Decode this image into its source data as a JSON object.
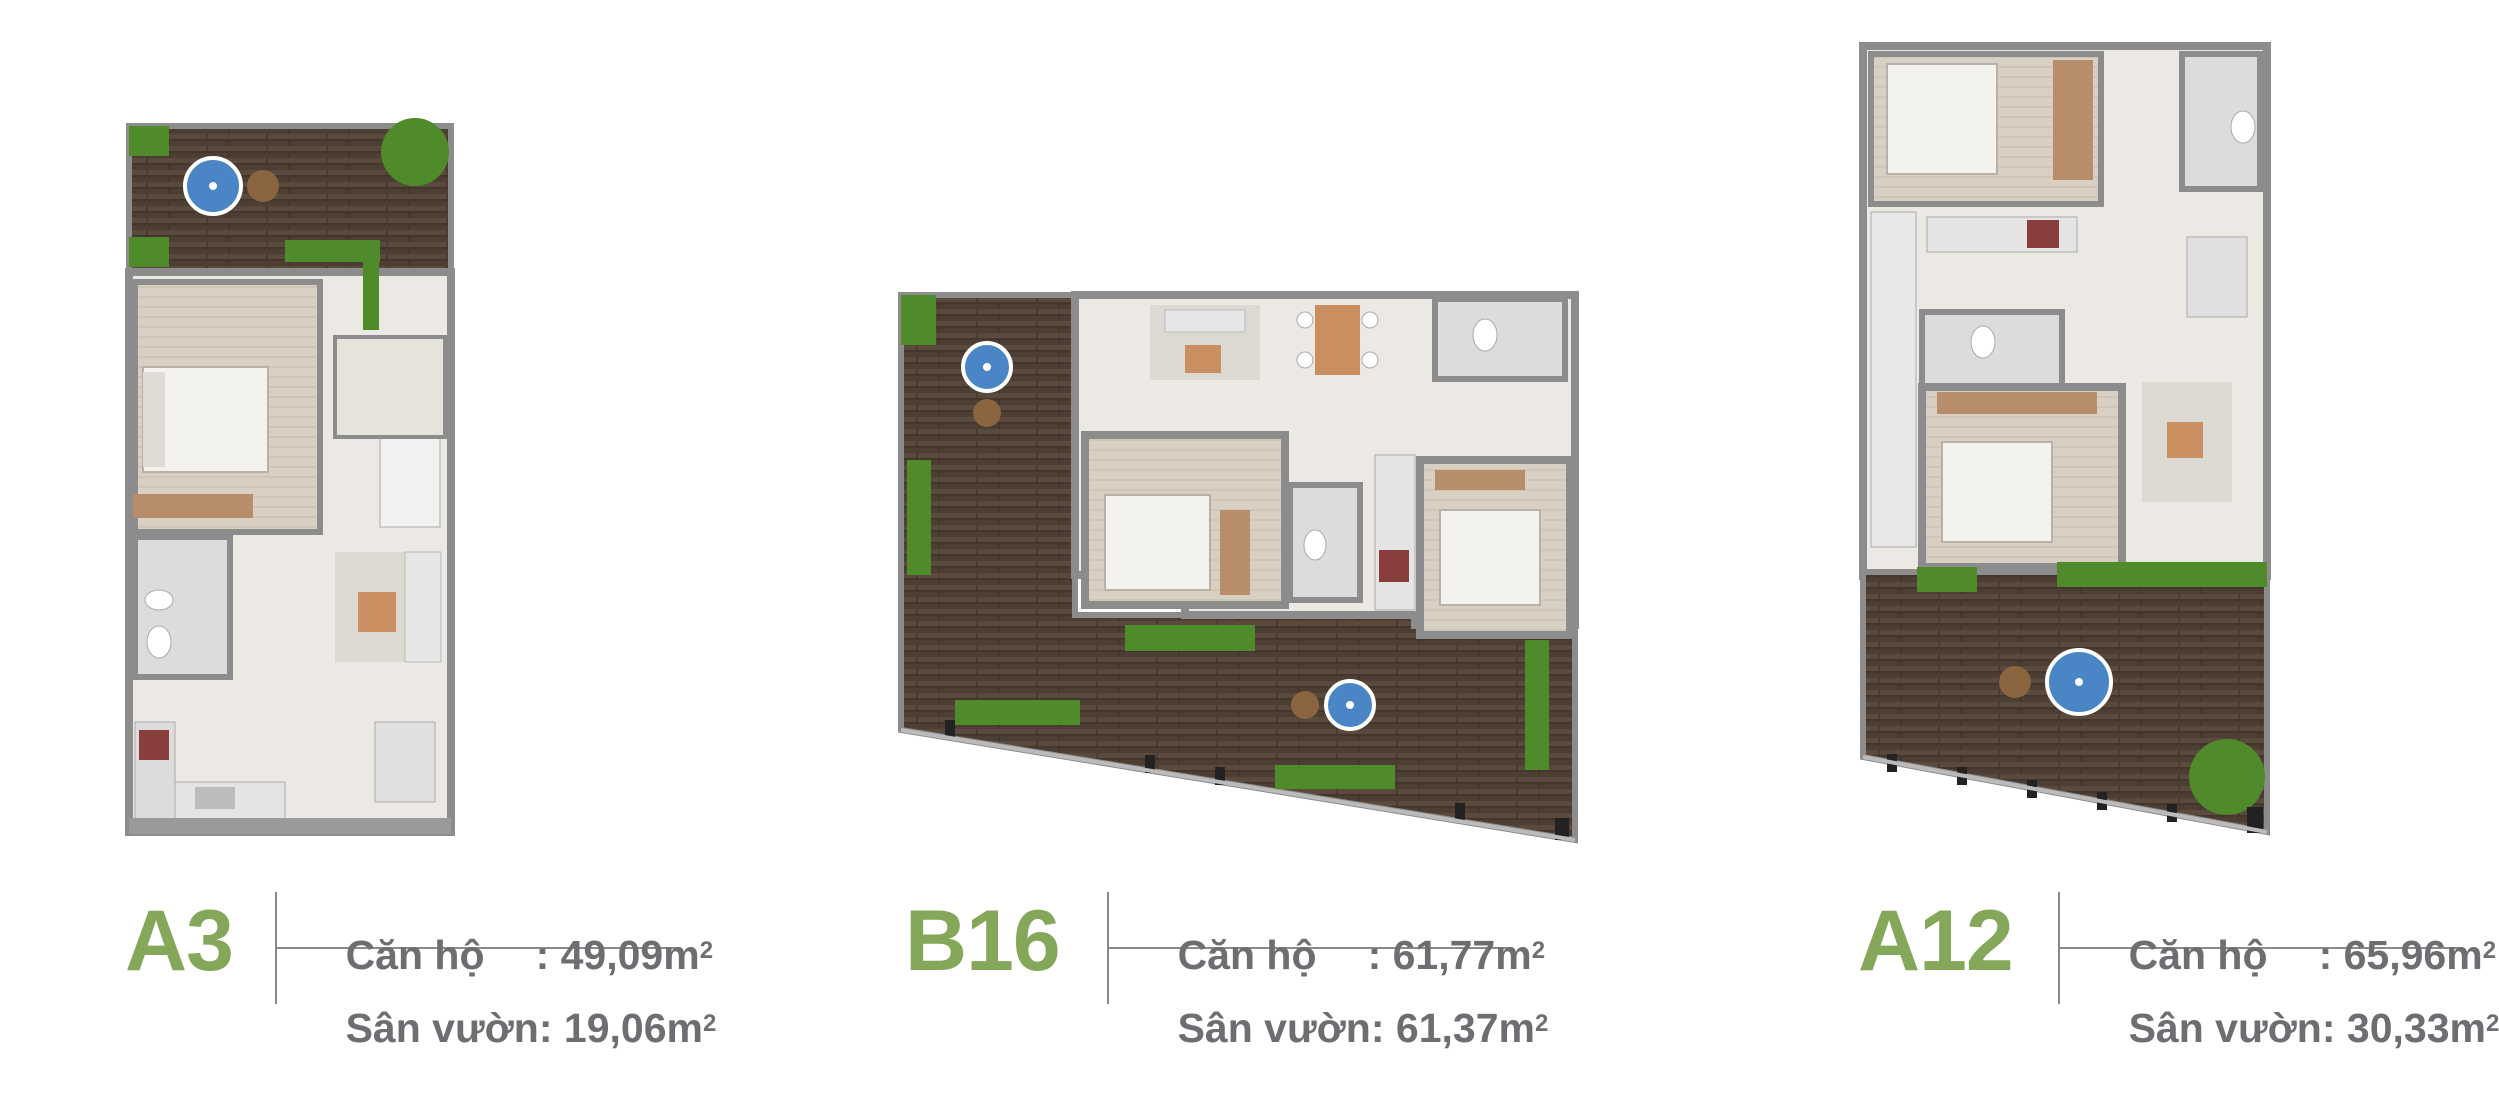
{
  "colors": {
    "code_green": "#84a75a",
    "text_gray": "#6d6e71",
    "wood_dark": "#4d3e33",
    "wall_gray": "#8c8c8c",
    "floor_light": "#ece9e4",
    "plant_green": "#4f8a2b",
    "umbrella_blue": "#4a86c5"
  },
  "units": [
    {
      "code": "A3",
      "apartment_label": "Căn hộ",
      "apartment_area": ": 49,09m",
      "garden_label": "Sân vườn",
      "garden_area": ": 19,06m",
      "unit_sup": "2"
    },
    {
      "code": "B16",
      "apartment_label": "Căn hộ",
      "apartment_area": ": 61,77m",
      "garden_label": "Sân vườn",
      "garden_area": ": 61,37m",
      "unit_sup": "2"
    },
    {
      "code": "A12",
      "apartment_label": "Căn hộ",
      "apartment_area": ": 65,96m",
      "garden_label": "Sân vườn",
      "garden_area": ": 30,33m",
      "unit_sup": "2"
    }
  ]
}
